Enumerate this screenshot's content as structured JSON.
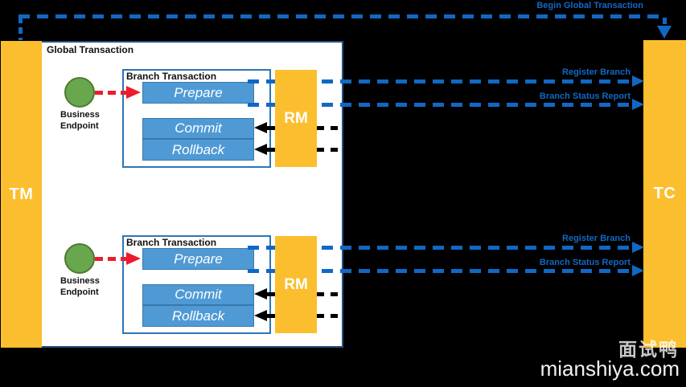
{
  "colors": {
    "orange": "#FBBE2E",
    "boxblue": "#4F9AD5",
    "blue": "#1168C4",
    "midblue": "#2E75B6",
    "navy": "#24527E",
    "green": "#69A74E",
    "dgreen": "#4C7A32",
    "red": "#EC1C2E"
  },
  "actors": {
    "tm": "TM",
    "tc": "TC"
  },
  "global_transaction": {
    "label": "Global Transaction"
  },
  "messages": {
    "begin": "Begin Global Transaction",
    "register": "Register Branch",
    "status": "Branch Status Report"
  },
  "branches": [
    {
      "label": "Branch Transaction",
      "endpoint": "Business Endpoint",
      "prepare": "Prepare",
      "commit": "Commit",
      "rollback": "Rollback",
      "rm": "RM"
    },
    {
      "label": "Branch Transaction",
      "endpoint": "Business Endpoint",
      "prepare": "Prepare",
      "commit": "Commit",
      "rollback": "Rollback",
      "rm": "RM"
    }
  ],
  "watermark": {
    "brand": "面试鸭",
    "site": "mianshiya.com"
  }
}
